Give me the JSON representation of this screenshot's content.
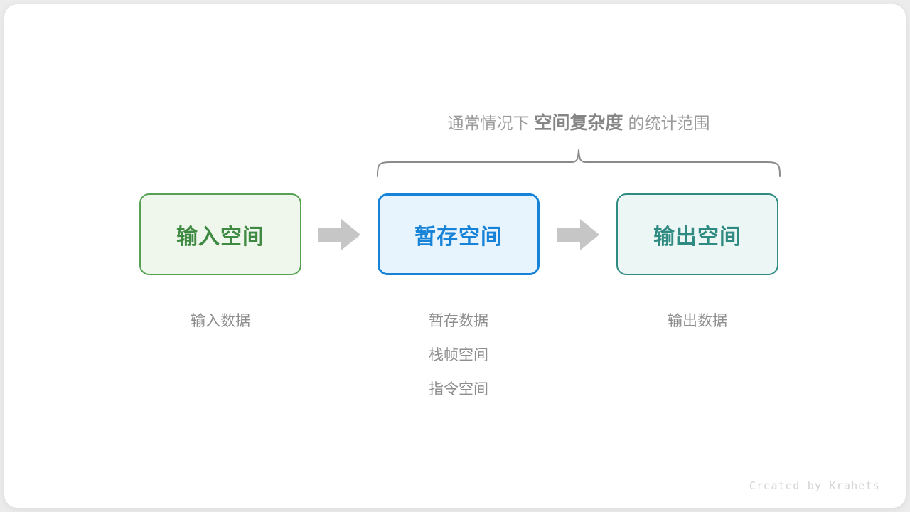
{
  "diagram": {
    "title": {
      "prefix": "通常情况下",
      "emphasis": "空间复杂度",
      "suffix": "的统计范围"
    },
    "brace": {
      "label": "curly-brace-range",
      "color": "#8a8a8a",
      "spans": [
        "暂存空间",
        "输出空间"
      ]
    },
    "boxes": [
      {
        "id": "input-space",
        "label": "输入空间",
        "border_color": "#55a052",
        "fill_color": "#eff7ec",
        "text_color": "#3f8a43"
      },
      {
        "id": "buffer-space",
        "label": "暂存空间",
        "border_color": "#1683d8",
        "fill_color": "#e8f4fd",
        "text_color": "#1683d8"
      },
      {
        "id": "output-space",
        "label": "输出空间",
        "border_color": "#2f8b82",
        "fill_color": "#ecf6f4",
        "text_color": "#2f8b82"
      }
    ],
    "arrows": [
      {
        "id": "arrow-input-to-buffer",
        "color": "#c6c6c6"
      },
      {
        "id": "arrow-buffer-to-output",
        "color": "#c6c6c6"
      }
    ],
    "captions": [
      {
        "id": "input-captions",
        "lines": [
          "输入数据"
        ]
      },
      {
        "id": "buffer-captions",
        "lines": [
          "暂存数据",
          "栈帧空间",
          "指令空间"
        ]
      },
      {
        "id": "output-captions",
        "lines": [
          "输出数据"
        ]
      }
    ],
    "caption_text": {
      "input_line_1": "输入数据",
      "buffer_line_1": "暂存数据",
      "buffer_line_2": "栈帧空间",
      "buffer_line_3": "指令空间",
      "output_line_1": "输出数据"
    },
    "watermark": "Created by Krahets",
    "background_color": "#ececec",
    "card_color": "#ffffff"
  }
}
